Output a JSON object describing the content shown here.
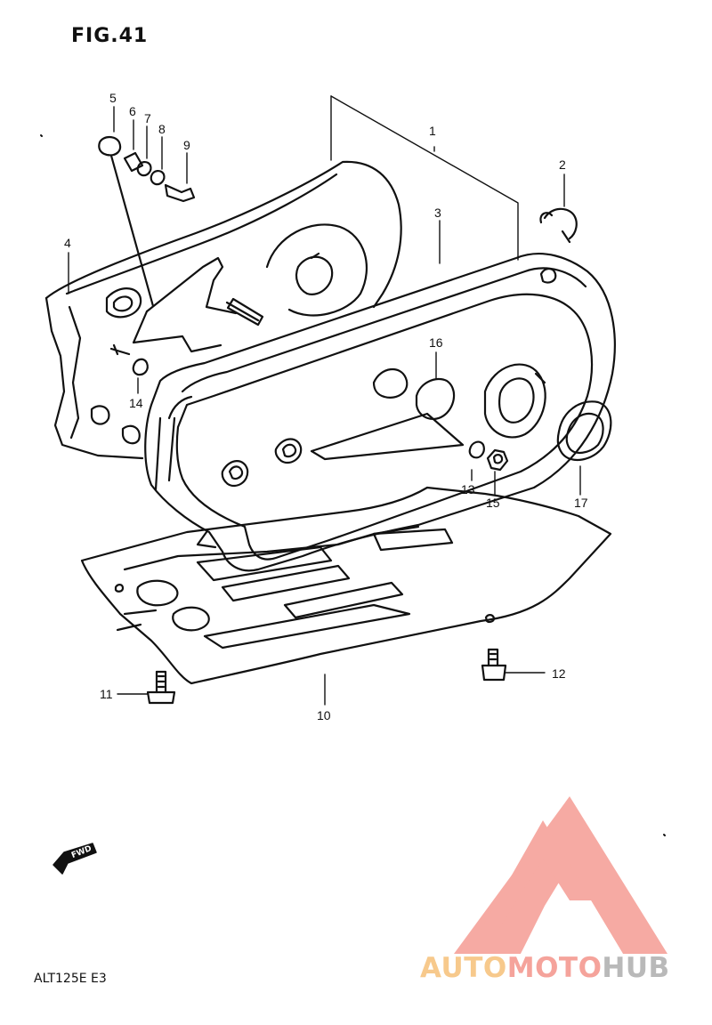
{
  "figure": {
    "title": "FIG.41",
    "model_code": "ALT125E  E3"
  },
  "fwd_label": "FWD",
  "callouts": [
    "1",
    "2",
    "3",
    "4",
    "5",
    "6",
    "7",
    "8",
    "9",
    "10",
    "11",
    "12",
    "13",
    "14",
    "15",
    "16",
    "17"
  ],
  "watermark": {
    "part1": "AUTO",
    "part2": "MOTO",
    "part3": "HUB",
    "logo_color": "#f59c93",
    "colors": [
      "#f7c98c",
      "#f5a39b",
      "#b9b9b9"
    ]
  }
}
